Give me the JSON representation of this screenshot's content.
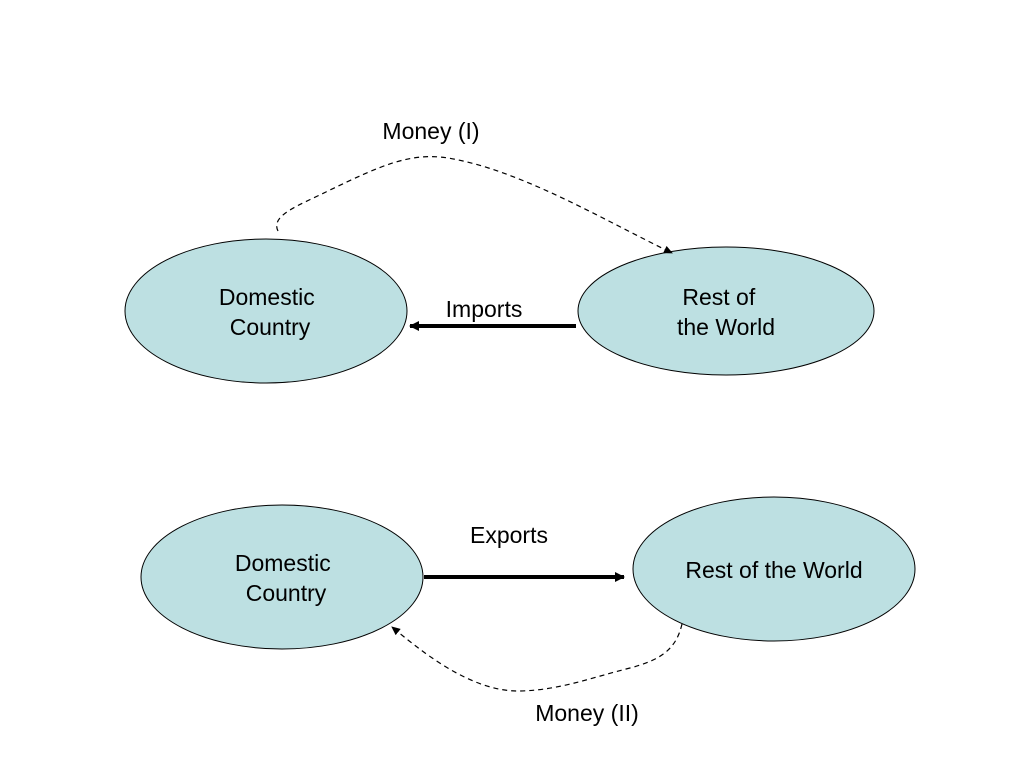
{
  "imports_panel": {
    "left_node": {
      "line1": "Domestic",
      "line2": "Country"
    },
    "right_node": {
      "line1": "Rest of",
      "line2": "the World"
    },
    "goods_flow_label": "Imports",
    "money_flow_label": "Money (I)"
  },
  "exports_panel": {
    "left_node": {
      "line1": "Domestic",
      "line2": "Country"
    },
    "right_node": {
      "line1": "Rest of the World"
    },
    "goods_flow_label": "Exports",
    "money_flow_label": "Money (II)"
  },
  "colors": {
    "node_fill": "#bde0e2",
    "node_stroke": "#000000",
    "arrow": "#000000"
  }
}
